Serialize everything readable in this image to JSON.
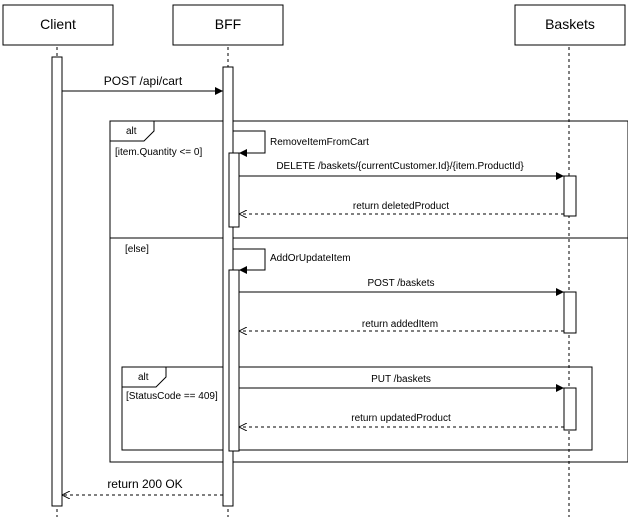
{
  "participants": {
    "client": "Client",
    "bff": "BFF",
    "baskets": "Baskets"
  },
  "messages": {
    "post_cart": "POST /api/cart",
    "remove_item": "RemoveItemFromCart",
    "delete_baskets": "DELETE /baskets/{currentCustomer.Id}/{item.ProductId}",
    "return_deleted": "return deletedProduct",
    "add_or_update": "AddOrUpdateItem",
    "post_baskets": "POST /baskets",
    "return_added": "return addedItem",
    "put_baskets": "PUT /baskets",
    "return_updated": "return updatedProduct",
    "return_ok": "return 200 OK"
  },
  "frames": {
    "outer_alt": {
      "label": "alt",
      "guard_1": "[item.Quantity <= 0]",
      "guard_2": "[else]"
    },
    "inner_alt": {
      "label": "alt",
      "guard": "[StatusCode == 409]"
    }
  }
}
